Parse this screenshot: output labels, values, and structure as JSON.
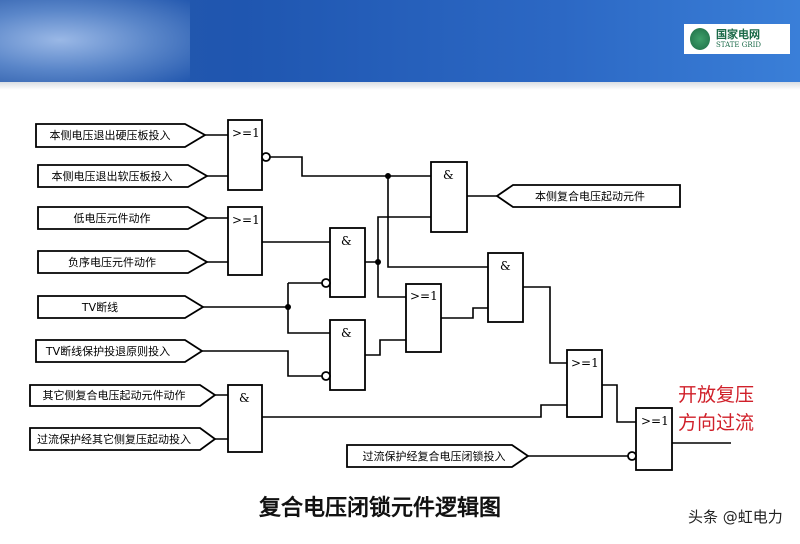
{
  "header": {
    "logo_cn": "国家电网",
    "logo_en": "STATE GRID"
  },
  "inputs": [
    "本侧电压退出硬压板投入",
    "本侧电压退出软压板投入",
    "低电压元件动作",
    "负序电压元件动作",
    "TV断线",
    "TV断线保护投退原则投入",
    "其它侧复合电压起动元件动作",
    "过流保护经其它侧复压起动投入",
    "过流保护经复合电压闭锁投入"
  ],
  "output_signal": "本侧复合电压起动元件",
  "gates": {
    "or": ">=1",
    "and": "&"
  },
  "result": [
    "开放复压",
    "方向过流"
  ],
  "title": "复合电压闭锁元件逻辑图",
  "watermark": "头条 @虹电力"
}
